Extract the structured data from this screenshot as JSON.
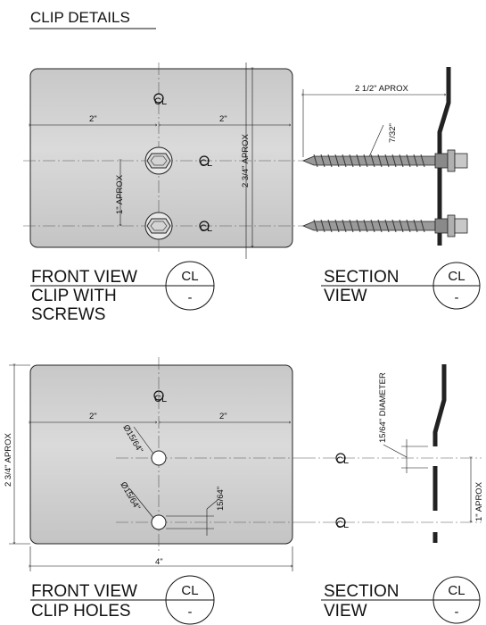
{
  "title": "CLIP DETAILS",
  "center_line_symbol": "CL",
  "top_section": {
    "front_view": {
      "label_lines": [
        "FRONT VIEW",
        "CLIP WITH",
        "SCREWS"
      ],
      "tag_top": "CL",
      "tag_bottom": "-",
      "dim_left_half": "2\"",
      "dim_right_half": "2\"",
      "dim_height": "2 3/4\" APROX",
      "dim_screw_spacing": "1\" APROX"
    },
    "section_view": {
      "label_lines": [
        "SECTION",
        "VIEW"
      ],
      "tag_top": "CL",
      "tag_bottom": "-",
      "dim_screw_length": "2 1/2\" APROX",
      "dim_shank": "7/32\""
    }
  },
  "bottom_section": {
    "front_view": {
      "label_lines": [
        "FRONT VIEW",
        "CLIP HOLES"
      ],
      "tag_top": "CL",
      "tag_bottom": "-",
      "dim_left_half": "2\"",
      "dim_right_half": "2\"",
      "dim_height": "2 3/4\" APROX",
      "dim_width": "4\"",
      "hole_callout_top": "Ø15/64\"",
      "hole_callout_bottom": "Ø15/64\"",
      "hole_offset": "15/64\""
    },
    "section_view": {
      "label_lines": [
        "SECTION",
        "VIEW"
      ],
      "tag_top": "CL",
      "tag_bottom": "-",
      "hole_diameter": "15/64\" DIAMETER",
      "dim_hole_spacing": "1\" APROX"
    }
  },
  "colors": {
    "plate_fill": "#cfcfcf",
    "plate_highlight": "#dedede",
    "line": "#111111",
    "screw": "#777777"
  }
}
